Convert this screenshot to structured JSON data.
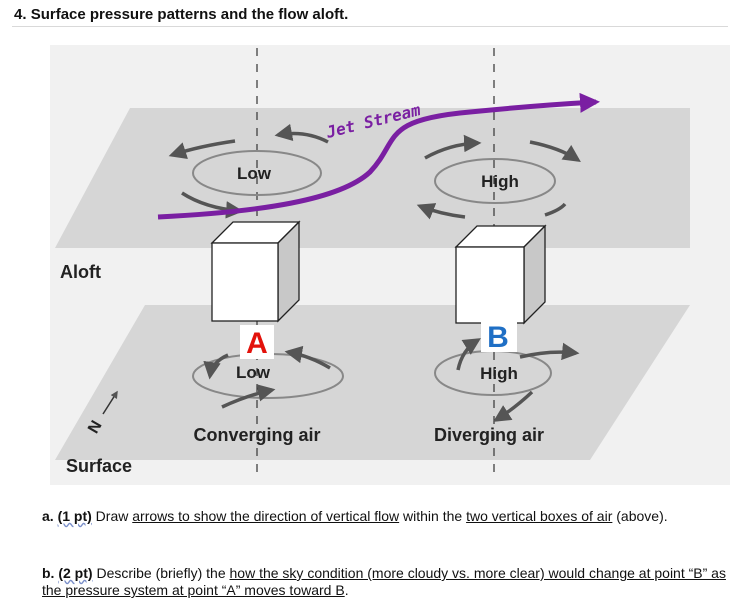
{
  "question": {
    "number": "4.",
    "title": "Surface pressure patterns and the flow aloft."
  },
  "figure": {
    "aloft_label": "Aloft",
    "surface_label": "Surface",
    "jet_stream_label": "Jet Stream",
    "upper_low_label": "Low",
    "upper_high_label": "High",
    "surface_low_label": "Low",
    "surface_high_label": "High",
    "point_a": "A",
    "point_b": "B",
    "converging_label": "Converging air",
    "diverging_label": "Diverging air",
    "north_label": "N",
    "colors": {
      "jet": "#7a1fa2",
      "point_a": "#e3120b",
      "point_b": "#1f6fc5",
      "plane": "#d6d6d6"
    }
  },
  "part_a": {
    "label": "a.",
    "points": "(1 pt)",
    "t1": " Draw ",
    "u1": "arrows to show the direction of vertical flow",
    "t2": " within the ",
    "u2": "two vertical boxes of air",
    "t3": " (above)."
  },
  "part_b": {
    "label": "b.",
    "points": "(2 pt)",
    "t1": " Describe (briefly) the ",
    "u1": "how the sky condition (more cloudy vs. more clear) would change at point “B” as the pressure system at point “A” moves toward B",
    "t2": "."
  }
}
